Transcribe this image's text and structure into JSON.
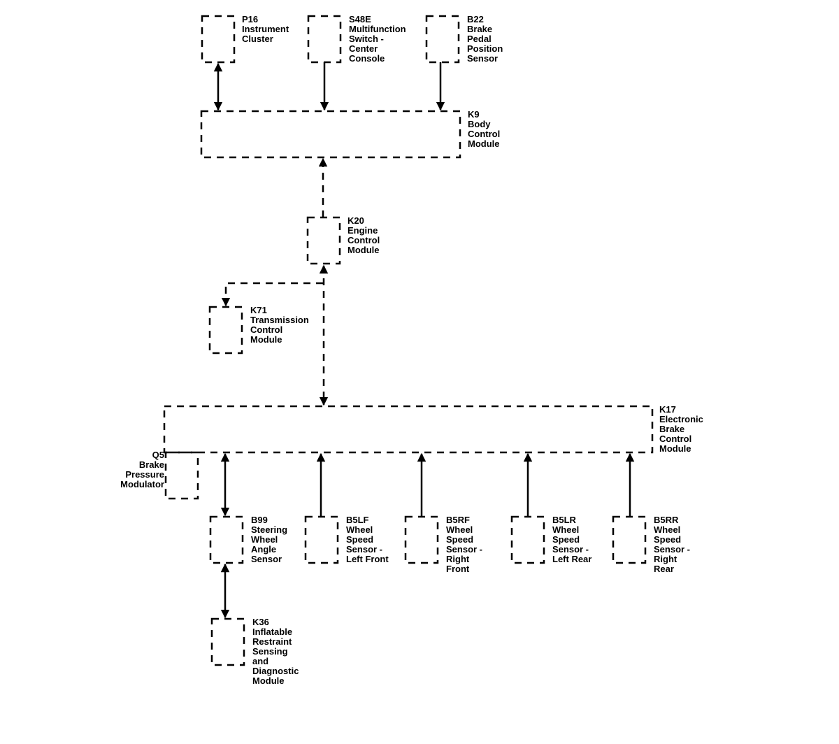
{
  "components": {
    "p16": {
      "id": "P16",
      "lines": [
        "Instrument",
        "Cluster"
      ]
    },
    "s48e": {
      "id": "S48E",
      "lines": [
        "Multifunction",
        "Switch -",
        "Center",
        "Console"
      ]
    },
    "b22": {
      "id": "B22",
      "lines": [
        "Brake",
        "Pedal",
        "Position",
        "Sensor"
      ]
    },
    "k9": {
      "id": "K9",
      "lines": [
        "Body",
        "Control",
        "Module"
      ]
    },
    "k20": {
      "id": "K20",
      "lines": [
        "Engine",
        "Control",
        "Module"
      ]
    },
    "k71": {
      "id": "K71",
      "lines": [
        "Transmission",
        "Control",
        "Module"
      ]
    },
    "k17": {
      "id": "K17",
      "lines": [
        "Electronic",
        "Brake",
        "Control",
        "Module"
      ]
    },
    "q5": {
      "id": "Q5",
      "lines": [
        "Brake",
        "Pressure",
        "Modulator"
      ]
    },
    "b99": {
      "id": "B99",
      "lines": [
        "Steering",
        "Wheel",
        "Angle",
        "Sensor"
      ]
    },
    "b5lf": {
      "id": "B5LF",
      "lines": [
        "Wheel",
        "Speed",
        "Sensor -",
        "Left Front"
      ]
    },
    "b5rf": {
      "id": "B5RF",
      "lines": [
        "Wheel",
        "Speed",
        "Sensor -",
        "Right",
        "Front"
      ]
    },
    "b5lr": {
      "id": "B5LR",
      "lines": [
        "Wheel",
        "Speed",
        "Sensor -",
        "Left Rear"
      ]
    },
    "b5rr": {
      "id": "B5RR",
      "lines": [
        "Wheel",
        "Speed",
        "Sensor -",
        "Right",
        "Rear"
      ]
    },
    "k36": {
      "id": "K36",
      "lines": [
        "Inflatable",
        "Restraint",
        "Sensing",
        "and",
        "Diagnostic",
        "Module"
      ]
    }
  }
}
